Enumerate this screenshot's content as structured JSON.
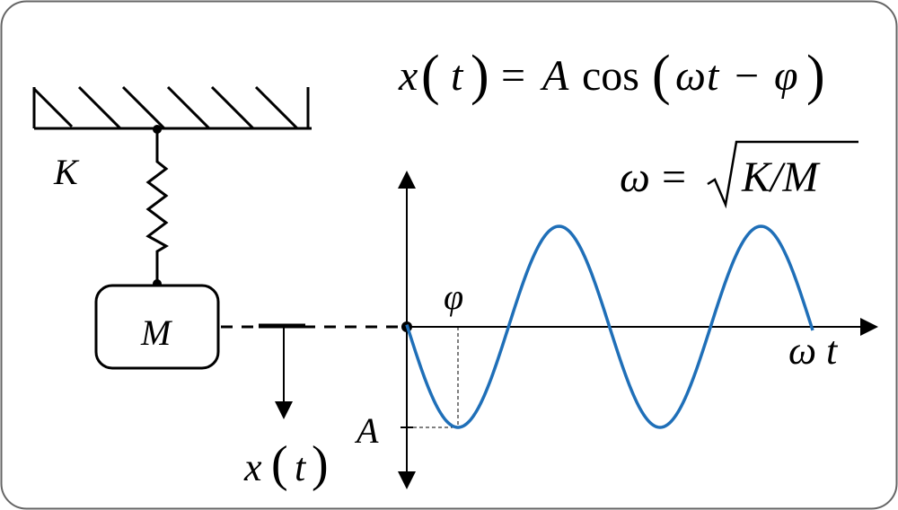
{
  "equation": {
    "x": "x",
    "t": "t",
    "equals": "=",
    "A": "A",
    "cos": "cos",
    "omega": "ω",
    "minus": "−",
    "phi": "φ"
  },
  "frequency": {
    "omega": "ω",
    "equals": "=",
    "ratio": "K/M"
  },
  "labels": {
    "spring_constant": "K",
    "mass": "M",
    "amplitude": "A",
    "phase": "φ",
    "axis_omega": "ω",
    "axis_t": "t",
    "disp_x": "x",
    "disp_t": "t"
  },
  "colors": {
    "curve": "#1f6fb8",
    "ink": "#000000",
    "frame": "#666666"
  }
}
